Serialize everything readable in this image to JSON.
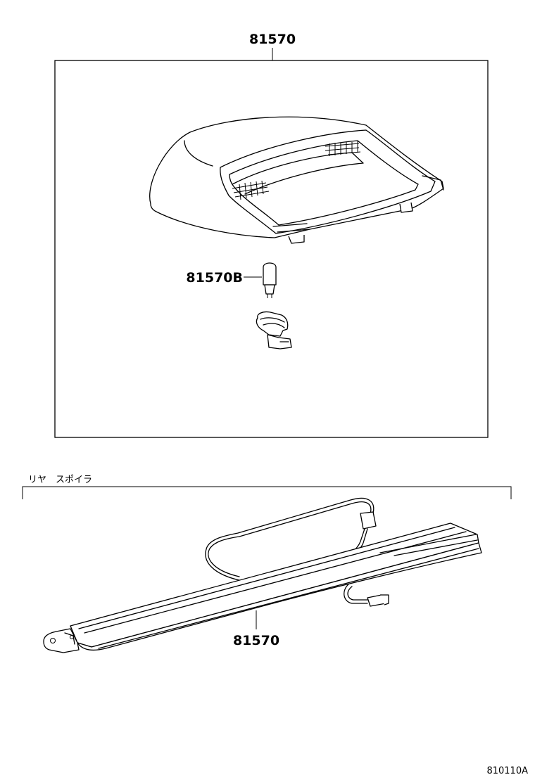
{
  "top_part": {
    "number": "81570"
  },
  "bulb_part": {
    "number": "81570B"
  },
  "section_label": "リヤ　スポイラ",
  "spoiler_part": {
    "number": "81570"
  },
  "diagram_code": "810110A"
}
